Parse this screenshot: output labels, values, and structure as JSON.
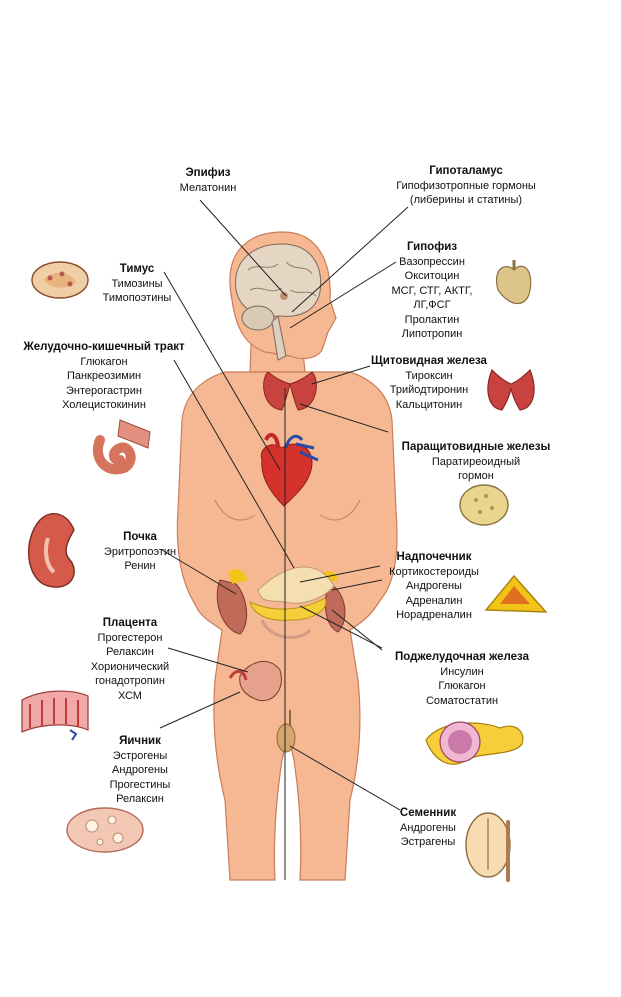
{
  "colors": {
    "skin": "#f6b892",
    "skin_outline": "#c97c5a",
    "leader_line": "#222222",
    "heart": "#d5322c",
    "thyroid": "#c8433f",
    "adrenal": "#f2c417",
    "pancreas": "#f5cf39",
    "brain": "#e5d6c4"
  },
  "labels": {
    "epiphysis": {
      "title": "Эпифиз",
      "lines": [
        "Мелатонин"
      ]
    },
    "hypothalamus": {
      "title": "Гипоталамус",
      "lines": [
        "Гипофизотропные гормоны",
        "(либерины и статины)"
      ]
    },
    "pituitary": {
      "title": "Гипофиз",
      "lines": [
        "Вазопрессин",
        "Окситоцин",
        "МСГ, СТГ, АКТГ,",
        "ЛГ,ФСГ",
        "Пролактин",
        "Липотропин"
      ]
    },
    "thymus": {
      "title": "Тимус",
      "lines": [
        "Тимозины",
        "Тимопоэтины"
      ]
    },
    "gi_tract": {
      "title": "Желудочно-кишечный тракт",
      "lines": [
        "Глюкагон",
        "Панкреозимин",
        "Энтерогастрин",
        "Холецистокинин"
      ]
    },
    "thyroid": {
      "title": "Щитовидная железа",
      "lines": [
        "Тироксин",
        "Трийодтиронин",
        "Кальцитонин"
      ]
    },
    "parathyroid": {
      "title": "Паращитовидные железы",
      "lines": [
        "Паратиреоидный",
        "гормон"
      ]
    },
    "kidney": {
      "title": "Почка",
      "lines": [
        "Эритропоэтин",
        "Ренин"
      ]
    },
    "adrenal": {
      "title": "Надпочечник",
      "lines": [
        "Кортикостероиды",
        "Андрогены",
        "Адреналин",
        "Норадреналин"
      ]
    },
    "placenta": {
      "title": "Плацента",
      "lines": [
        "Прогестерон",
        "Релаксин",
        "Хорионический",
        "гонадотропин",
        "ХСМ"
      ]
    },
    "pancreas": {
      "title": "Поджелудочная железа",
      "lines": [
        "Инсулин",
        "Глюкагон",
        "Соматостатин"
      ]
    },
    "ovary": {
      "title": "Яичник",
      "lines": [
        "Эстрогены",
        "Андрогены",
        "Прогестины",
        "Релаксин"
      ]
    },
    "testis": {
      "title": "Семенник",
      "lines": [
        "Андрогены",
        "Эстрагены"
      ]
    }
  }
}
